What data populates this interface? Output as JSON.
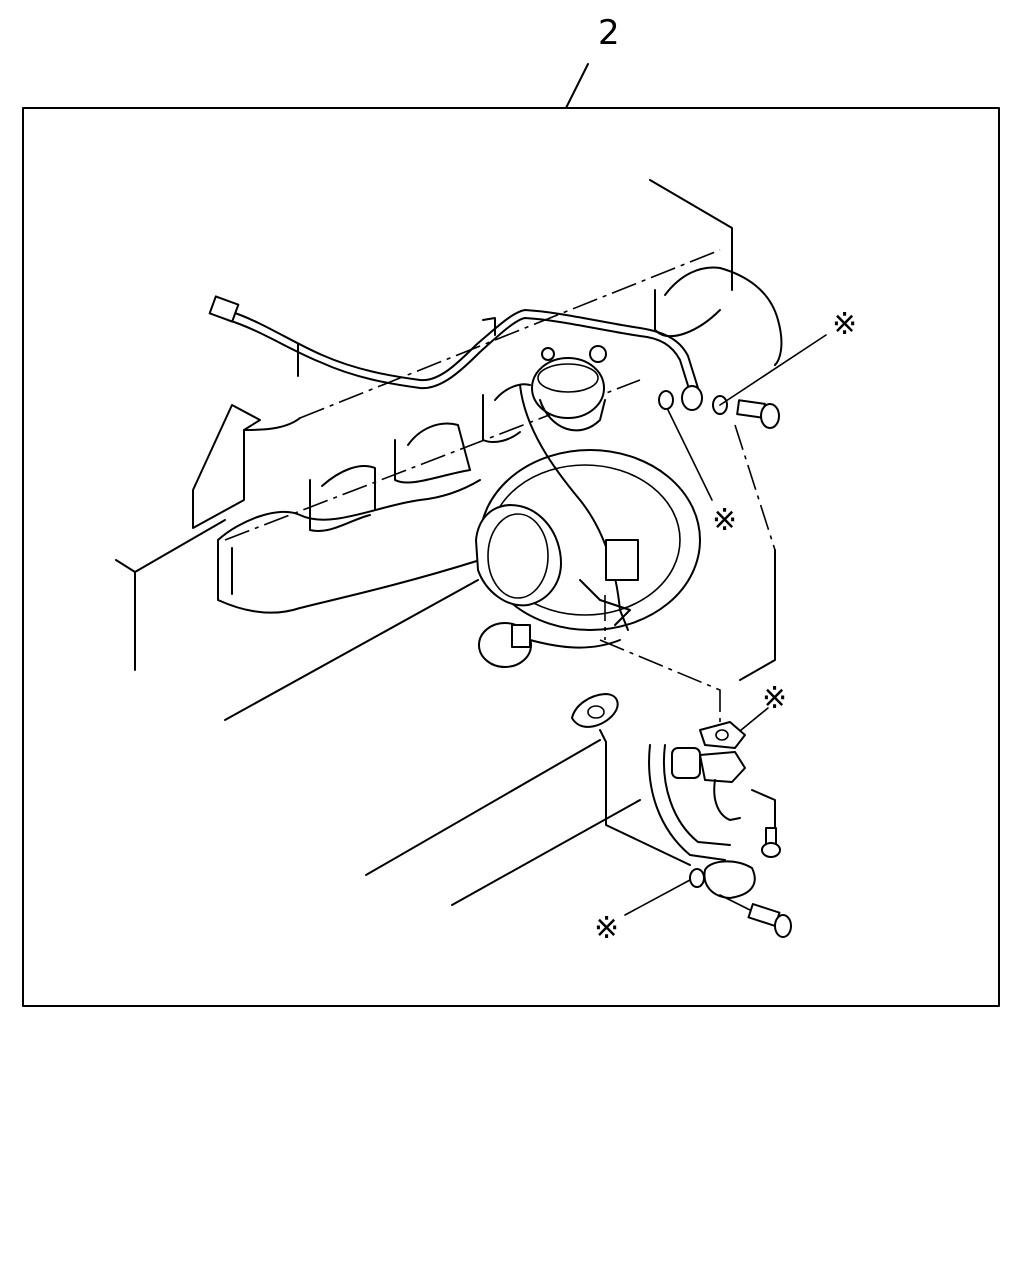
{
  "callout": {
    "number": "2"
  },
  "markers": {
    "symbol": "※"
  },
  "colors": {
    "line": "#000000",
    "background": "#ffffff"
  },
  "parts": [
    "turbocharger",
    "oil-feed-pipe",
    "oil-return-pipe",
    "exhaust-manifold",
    "gasket",
    "eye-bolt",
    "bolt"
  ]
}
